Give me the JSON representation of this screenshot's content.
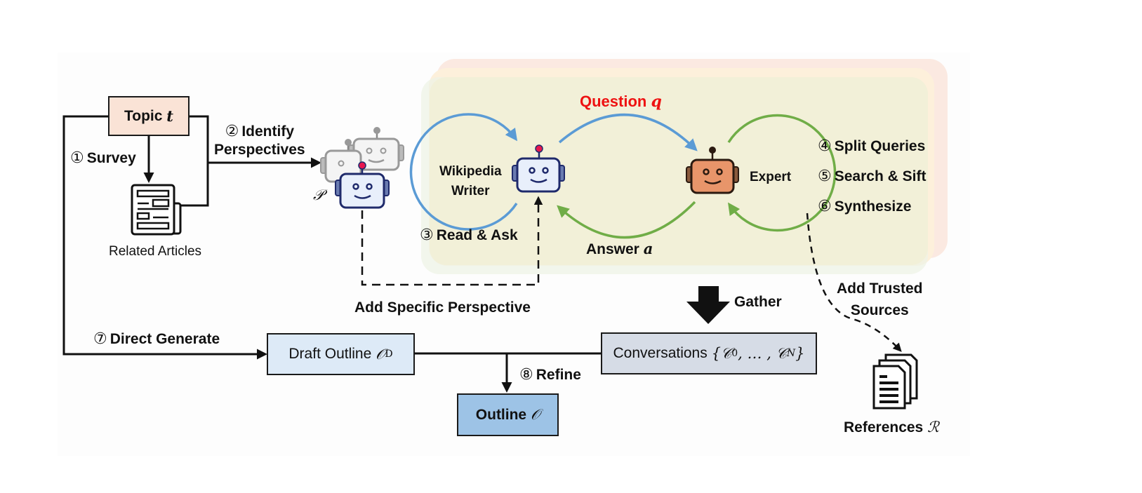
{
  "figure": {
    "topic_box": {
      "label": "Topic",
      "var": "t",
      "fill": "#fae3d6"
    },
    "related_articles": {
      "label": "Related Articles",
      "icon": "newspaper-icon"
    },
    "steps": {
      "survey": {
        "num": "①",
        "label": "Survey"
      },
      "identify": {
        "num": "②",
        "label_line1": "Identify",
        "label_line2": "Perspectives"
      },
      "read_ask": {
        "num": "③",
        "label": "Read & Ask"
      },
      "split_queries": {
        "num": "④",
        "label": "Split Queries"
      },
      "search_sift": {
        "num": "⑤",
        "label": "Search & Sift"
      },
      "synthesize": {
        "num": "⑥",
        "label": "Synthesize"
      },
      "direct_generate": {
        "num": "⑦",
        "label": "Direct Generate"
      },
      "refine": {
        "num": "⑧",
        "label": "Refine"
      }
    },
    "perspectives_symbol": "𝒫",
    "wikipedia_writer": {
      "line1": "Wikipedia",
      "line2": "Writer",
      "robot_color": "#e8effb"
    },
    "expert": {
      "label": "Expert",
      "robot_color": "#e8956a"
    },
    "question": {
      "label": "Question",
      "var": "q",
      "color": "#ee1111"
    },
    "answer": {
      "label": "Answer",
      "var": "a"
    },
    "add_specific_perspective": "Add Specific Perspective",
    "gather": "Gather",
    "add_trusted_sources": {
      "line1": "Add Trusted",
      "line2": "Sources"
    },
    "references": {
      "label": "References",
      "var": "ℛ",
      "icon": "documents-stack-icon"
    },
    "draft_outline": {
      "label": "Draft Outline",
      "var": "𝒪",
      "sub": "D",
      "fill": "#ddeaf7"
    },
    "conversations": {
      "label": "Conversations",
      "math": "{𝒞",
      "sub0": "0",
      "mid": ", … , 𝒞",
      "subN": "N",
      "close": "}",
      "fill": "#d6dce6"
    },
    "outline": {
      "label": "Outline",
      "var": "𝒪",
      "fill": "#9dc3e6"
    },
    "colors": {
      "blue_arrow": "#5b9bd5",
      "green_arrow": "#70ad47",
      "panel_back": "#fbe9e1",
      "panel_mid": "#fdf0db",
      "panel_front": "#f2f0d8"
    }
  }
}
